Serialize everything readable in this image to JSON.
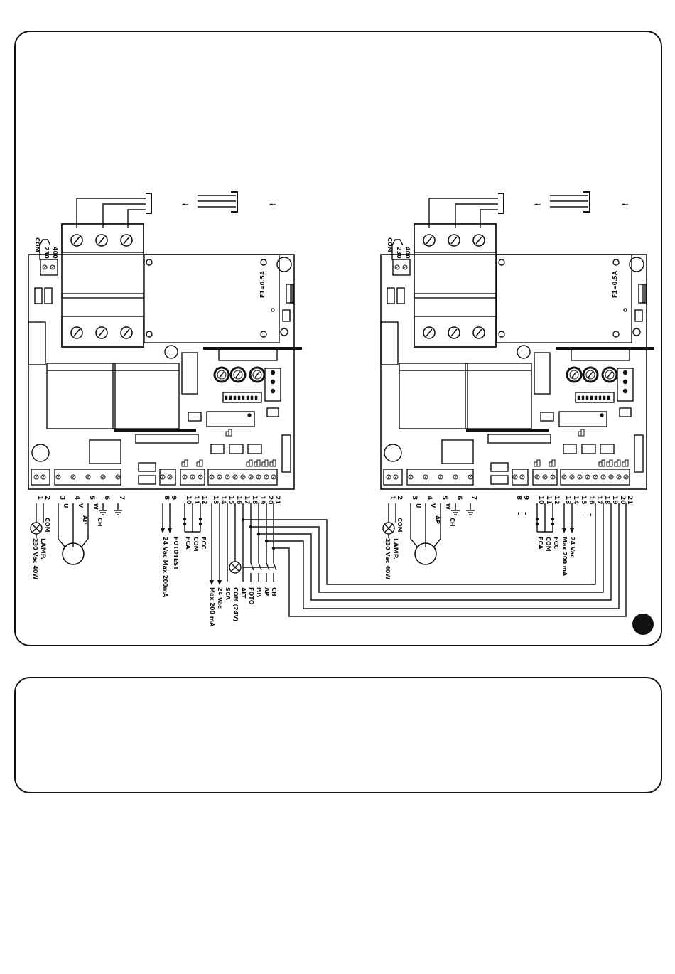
{
  "figure_badge": "",
  "mains": {
    "tilde": "~"
  },
  "boards": [
    {
      "id": "left",
      "voltage_selector": [
        "COM",
        "230",
        "400"
      ],
      "fuse_label": "F1=0.5A",
      "terminal_numbers": [
        "1",
        "2",
        "3",
        "4",
        "5",
        "6",
        "7",
        "8",
        "9",
        "10",
        "11",
        "12",
        "13",
        "14",
        "15",
        "16",
        "17",
        "18",
        "19",
        "20",
        "21"
      ],
      "lamp": {
        "title": "LAMP.",
        "spec": "230 Vac 40W"
      },
      "motor_phases": [
        "U",
        "V",
        "W"
      ],
      "motor_wires": [
        "COM",
        "AP",
        "CH"
      ],
      "phototest": {
        "title": "FOTOTEST",
        "spec": "24 Vac Max 200mA"
      },
      "limit_switches": [
        "FCA",
        "COM",
        "FCC"
      ],
      "controls": [
        "Max 200 mA",
        "24 Vac",
        "SCA",
        "COM (24V)",
        "ALT",
        "FOTO",
        "P.P.",
        "AP",
        "CH"
      ]
    },
    {
      "id": "right",
      "voltage_selector": [
        "COM",
        "230",
        "400"
      ],
      "fuse_label": "F1=0.5A",
      "terminal_numbers": [
        "1",
        "2",
        "3",
        "4",
        "5",
        "6",
        "7",
        "8",
        "9",
        "10",
        "11",
        "12",
        "13",
        "14",
        "15",
        "16",
        "17",
        "18",
        "19",
        "20",
        "21"
      ],
      "lamp": {
        "title": "LAMP.",
        "spec": "230 Vac 40W"
      },
      "motor_phases": [
        "U",
        "V",
        "W"
      ],
      "motor_wires": [
        "COM",
        "AP",
        "CH"
      ],
      "unused_terminals": [
        "–",
        "–",
        "–",
        "–"
      ],
      "limit_switches": [
        "FCA",
        "COM",
        "FCC"
      ],
      "supply": {
        "volts": "24 Vac",
        "max": "Max 200 mA"
      }
    }
  ]
}
